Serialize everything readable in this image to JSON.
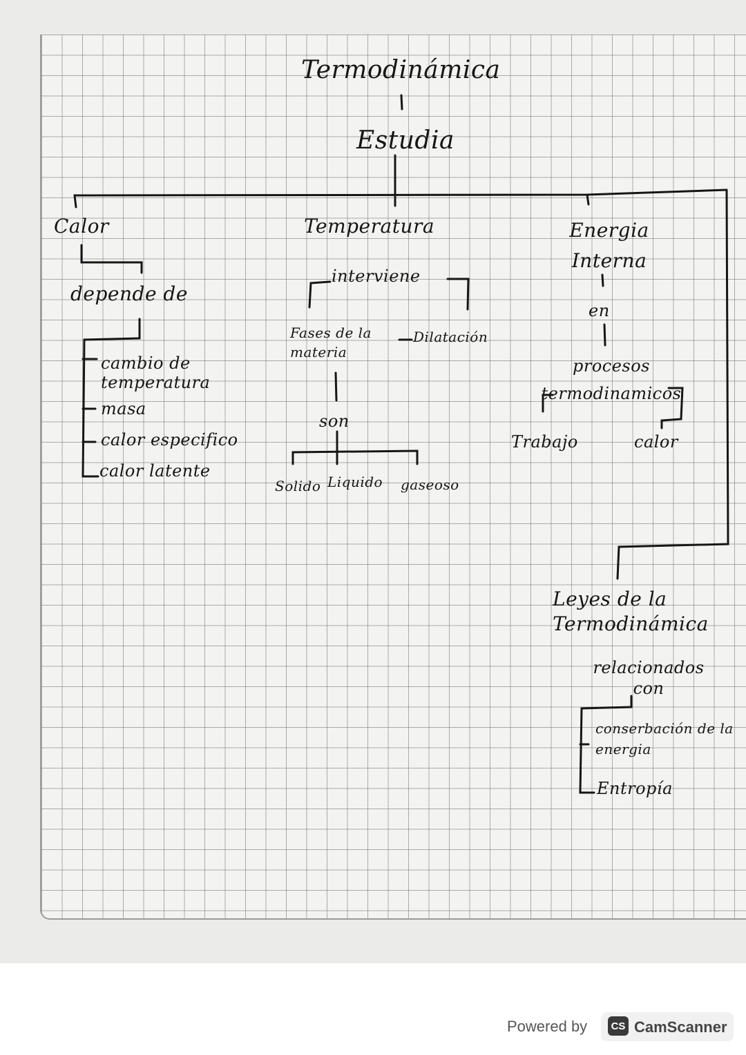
{
  "title": "Termodinámica",
  "root_link": "Estudia",
  "branches": {
    "calor": {
      "label": "Calor",
      "link": "depende de",
      "items": [
        "cambio de temperatura",
        "masa",
        "calor especifico",
        "calor latente"
      ]
    },
    "temperatura": {
      "label": "Temperatura",
      "link": "interviene",
      "left": "Fases de la materia",
      "right": "Dilatación",
      "sub_link": "son",
      "states": [
        "Solido",
        "Liquido",
        "gaseoso"
      ]
    },
    "energia": {
      "label": "Energia Interna",
      "link": "en",
      "node": "procesos termodinamicos",
      "children": [
        "Trabajo",
        "calor"
      ]
    }
  },
  "leyes": {
    "label": "Leyes de la Termodinámica",
    "link": "relacionados con",
    "items": [
      "conserbación de la energia",
      "Entropía"
    ]
  },
  "footer": {
    "powered": "Powered by",
    "logo_text": "CS",
    "brand": "CamScanner"
  }
}
